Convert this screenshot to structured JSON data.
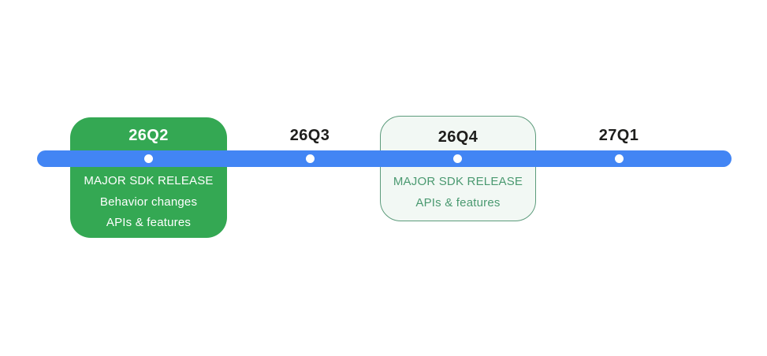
{
  "timeline": {
    "bar_color": "#4285F4",
    "dot_color": "#FFFFFF",
    "milestones": [
      {
        "label": "26Q2",
        "type": "filled-card",
        "card": {
          "bg_color": "#34A853",
          "text_color": "#FFFFFF",
          "lines": [
            "MAJOR SDK RELEASE",
            "Behavior changes",
            "APIs & features"
          ]
        }
      },
      {
        "label": "26Q3",
        "type": "dot-only"
      },
      {
        "label": "26Q4",
        "type": "outlined-card",
        "card": {
          "bg_color": "#F2F8F4",
          "border_color": "#5C9B7B",
          "text_color": "#4A9970",
          "lines": [
            "MAJOR SDK RELEASE",
            "APIs & features"
          ]
        }
      },
      {
        "label": "27Q1",
        "type": "dot-only"
      }
    ]
  }
}
